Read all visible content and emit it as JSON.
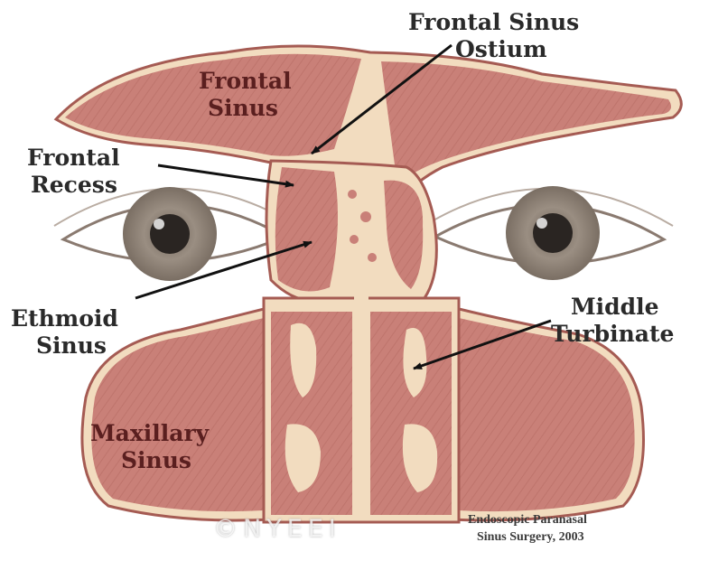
{
  "labels": {
    "frontal_sinus_ostium": [
      "Frontal Sinus",
      "Ostium"
    ],
    "frontal_sinus": [
      "Frontal",
      "Sinus"
    ],
    "frontal_recess": [
      "Frontal",
      "Recess"
    ],
    "ethmoid_sinus": [
      "Ethmoid",
      "Sinus"
    ],
    "middle_turbinate": [
      "Middle",
      "Turbinate"
    ],
    "maxillary_sinus": [
      "Maxillary",
      "Sinus"
    ]
  },
  "credit": [
    "Endoscopic Paranasal",
    "Sinus Surgery, 2003"
  ],
  "watermark": "©NYEEI",
  "colors": {
    "sinus_tissue": "#c98078",
    "sinus_tissue_light": "#d8928a",
    "bone": "#f2dcbf",
    "outline": "#a55b53",
    "label_text": "#2a2a2a",
    "inner_label_text": "#5a1f1f",
    "arrow": "#111111"
  }
}
